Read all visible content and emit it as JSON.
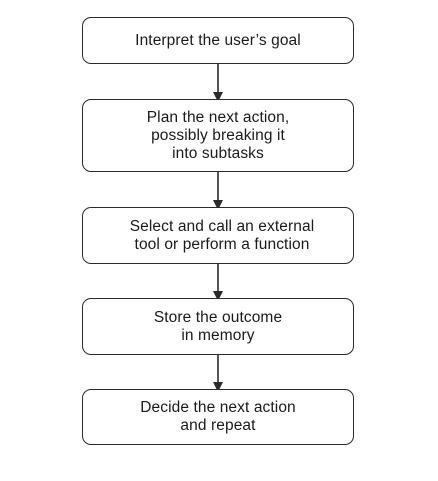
{
  "steps": [
    {
      "id": "interpret-goal",
      "label": "Interpret the user’s goal"
    },
    {
      "id": "plan-next-action",
      "label": "Plan the next action,\npossibly breaking it\ninto subtasks"
    },
    {
      "id": "select-tool",
      "label": "Select and call an external\ntool or perform a function"
    },
    {
      "id": "store-outcome",
      "label": "Store the outcome\nin memory"
    },
    {
      "id": "decide-repeat",
      "label": "Decide the next action\nand repeat"
    }
  ],
  "colors": {
    "stroke": "#2b2b2b",
    "text": "#1a1a1a",
    "background": "#ffffff"
  }
}
